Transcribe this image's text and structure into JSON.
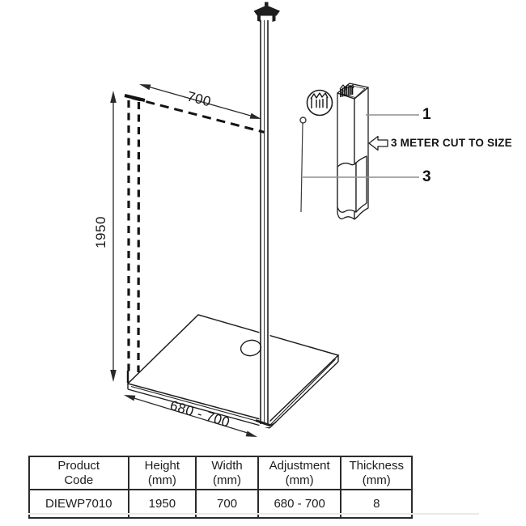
{
  "diagram": {
    "width_dim": "700",
    "height_dim": "1950",
    "adjustment_dim": "680 - 700",
    "callout_1": "1",
    "callout_3": "3",
    "cut_note": "3 METER CUT TO SIZE"
  },
  "table": {
    "headers": [
      [
        "Product",
        "Code"
      ],
      [
        "Height",
        "(mm)"
      ],
      [
        "Width",
        "(mm)"
      ],
      [
        "Adjustment",
        "(mm)"
      ],
      [
        "Thickness",
        "(mm)"
      ]
    ],
    "rows": [
      [
        "DIEWP7010",
        "1950",
        "700",
        "680 - 700",
        "8"
      ]
    ]
  },
  "colors": {
    "line": "#1f1f1f",
    "leader": "#8f8f8f",
    "table_border": "#2b2b2b",
    "background": "#ffffff"
  }
}
